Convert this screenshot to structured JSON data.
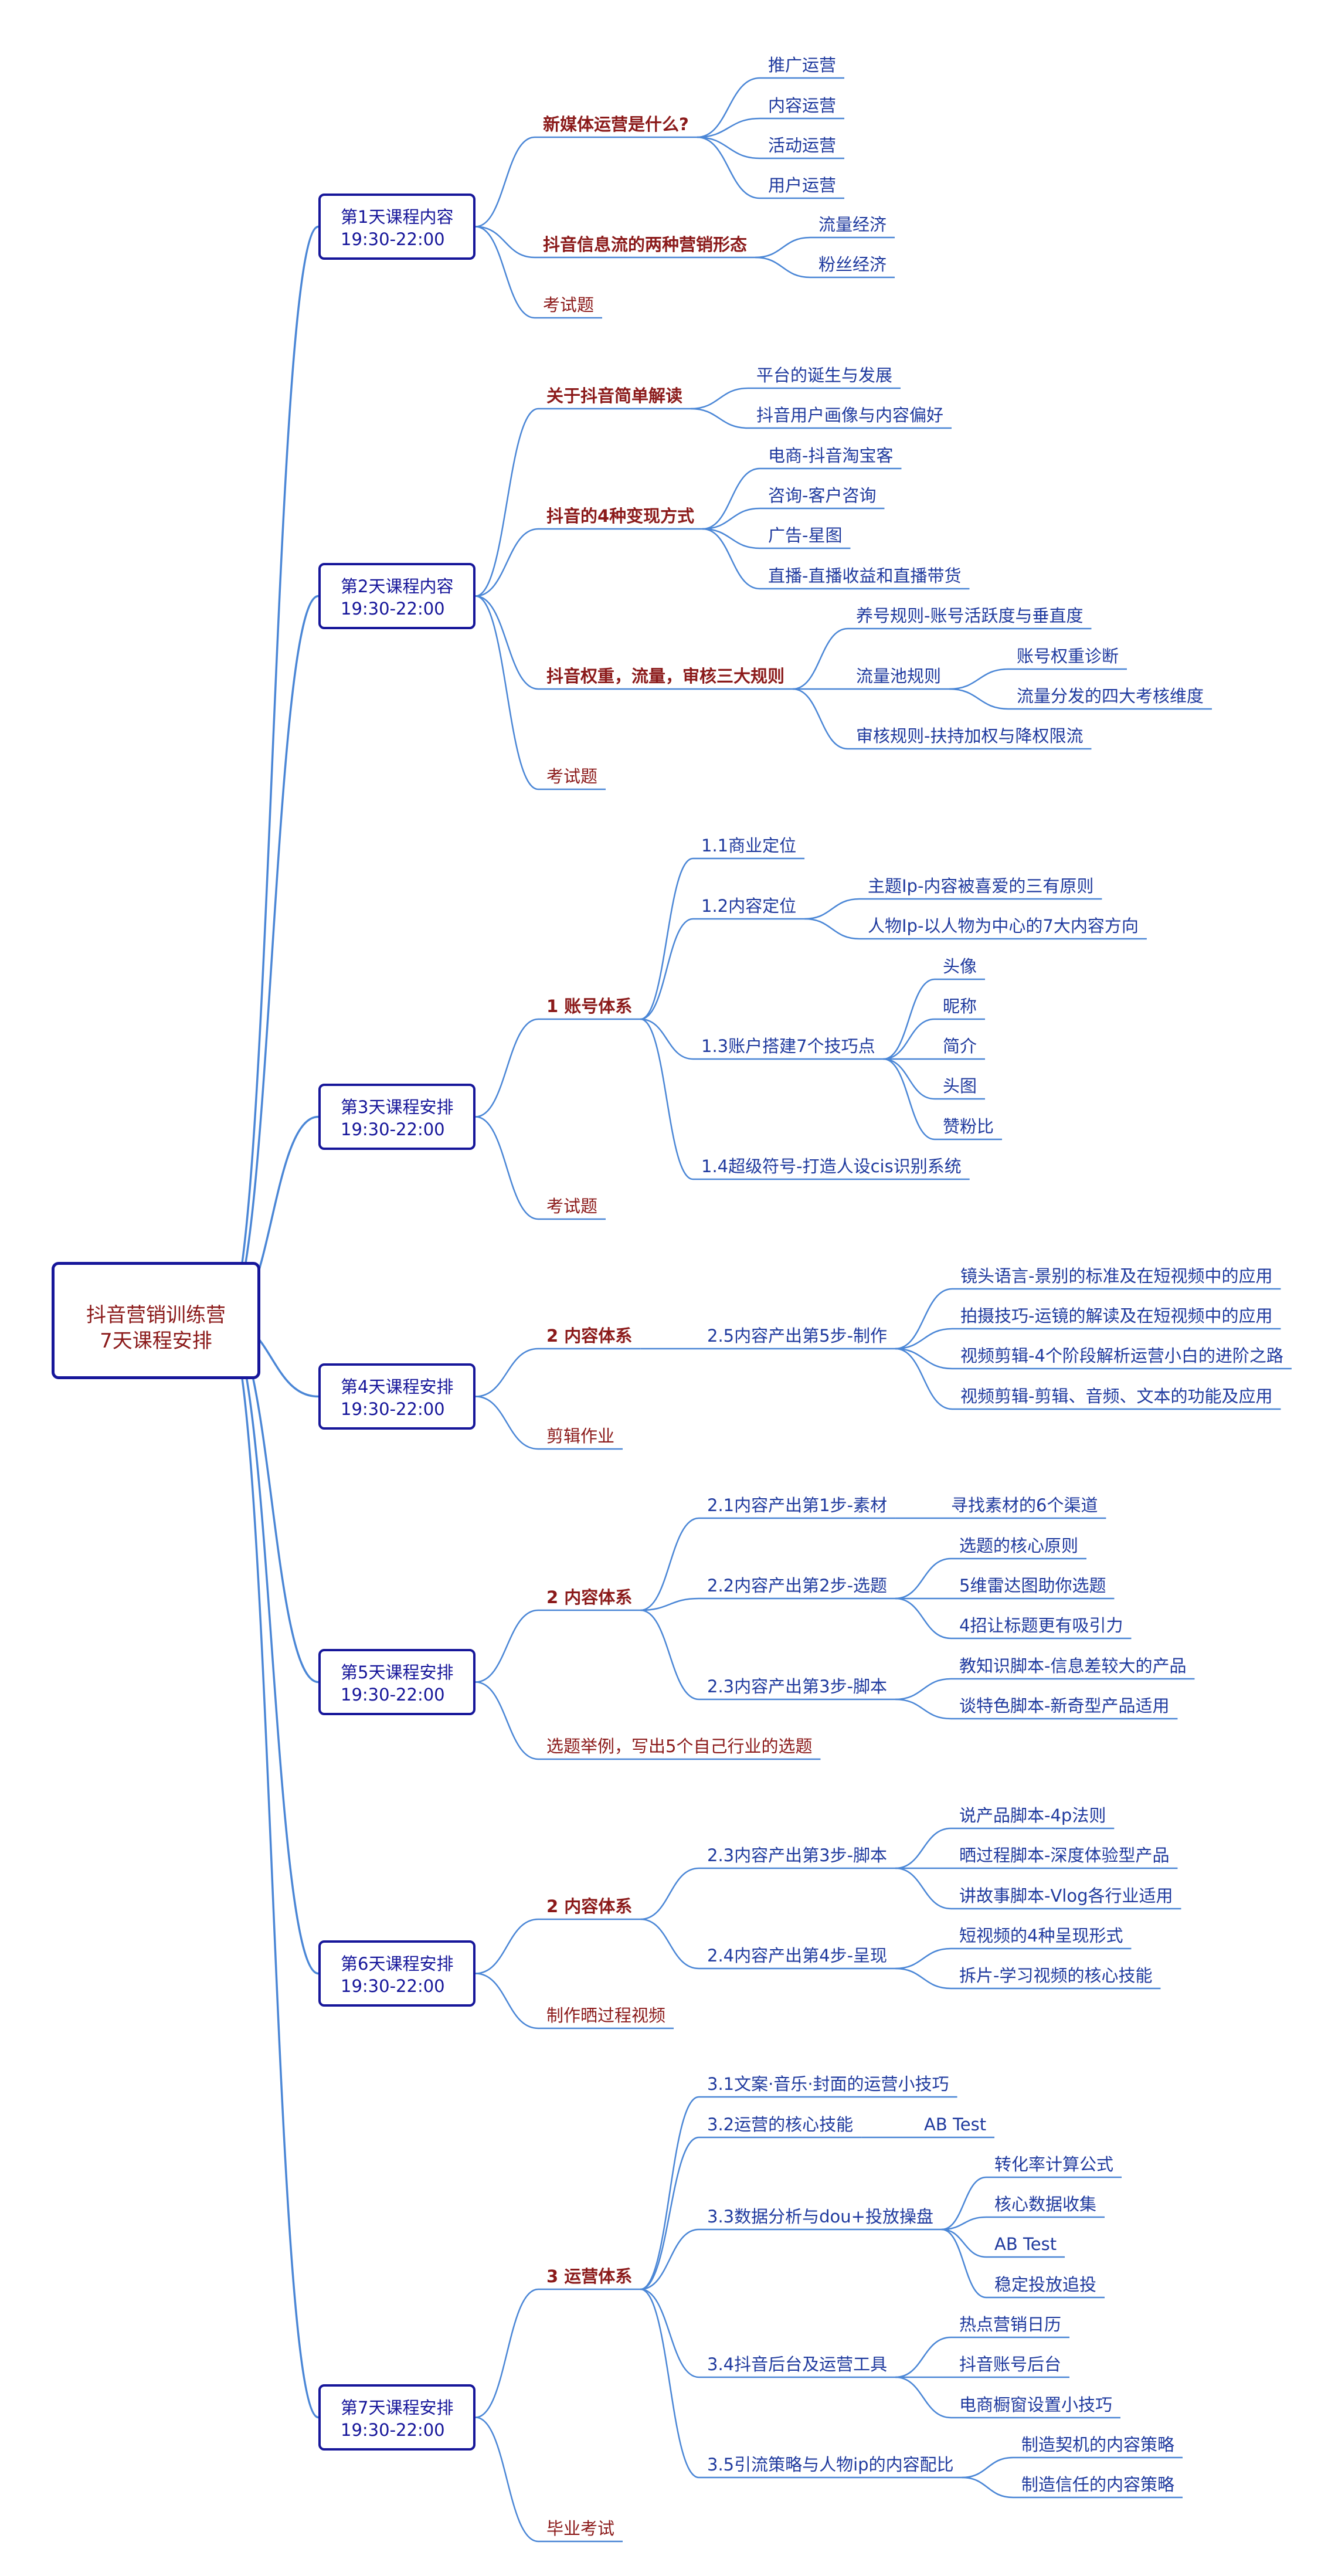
{
  "root": {
    "line1": "抖音营销训练营",
    "line2": "7天课程安排"
  },
  "colors": {
    "branch": "#4a86d6",
    "day_border": "#16169a",
    "section": "#8b1a1a",
    "topic": "#1f3a9e"
  },
  "days": [
    {
      "title": "第1天课程内容",
      "time": "19:30-22:00",
      "sections": [
        {
          "label": "新媒体运营是什么?",
          "items": [
            "推广运营",
            "内容运营",
            "活动运营",
            "用户运营"
          ]
        },
        {
          "label": "抖音信息流的两种营销形态",
          "items": [
            "流量经济",
            "粉丝经济"
          ]
        }
      ],
      "extra": "考试题"
    },
    {
      "title": "第2天课程内容",
      "time": "19:30-22:00",
      "sections": [
        {
          "label": "关于抖音简单解读",
          "items": [
            "平台的诞生与发展",
            "抖音用户画像与内容偏好"
          ]
        },
        {
          "label": "抖音的4种变现方式",
          "items": [
            "电商-抖音淘宝客",
            "咨询-客户咨询",
            "广告-星图",
            "直播-直播收益和直播带货"
          ]
        },
        {
          "label": "抖音权重，流量，审核三大规则",
          "items": [
            "养号规则-账号活跃度与垂直度",
            "流量池规则",
            "审核规则-扶持加权与降权限流"
          ],
          "sub": [
            "账号权重诊断",
            "流量分发的四大考核维度"
          ]
        }
      ],
      "extra": "考试题"
    },
    {
      "title": "第3天课程安排",
      "time": "19:30-22:00",
      "sections": [
        {
          "label": "1 账号体系",
          "items": [
            "1.1商业定位",
            "1.2内容定位",
            "1.3账户搭建7个技巧点",
            "1.4超级符号-打造人设cis识别系统"
          ],
          "sub_12": [
            "主题Ip-内容被喜爱的三有原则",
            "人物Ip-以人物为中心的7大内容方向"
          ],
          "sub_13": [
            "头像",
            "昵称",
            "简介",
            "头图",
            "赞粉比"
          ]
        }
      ],
      "extra": "考试题"
    },
    {
      "title": "第4天课程安排",
      "time": "19:30-22:00",
      "sections": [
        {
          "label": "2 内容体系",
          "items": [
            "2.5内容产出第5步-制作"
          ],
          "sub": [
            "镜头语言-景别的标准及在短视频中的应用",
            "拍摄技巧-运镜的解读及在短视频中的应用",
            "视频剪辑-4个阶段解析运营小白的进阶之路",
            "视频剪辑-剪辑、音频、文本的功能及应用"
          ]
        }
      ],
      "extra": "剪辑作业"
    },
    {
      "title": "第5天课程安排",
      "time": "19:30-22:00",
      "sections": [
        {
          "label": "2 内容体系",
          "items": [
            "2.1内容产出第1步-素材",
            "2.2内容产出第2步-选题",
            "2.3内容产出第3步-脚本"
          ],
          "sub_1": [
            "寻找素材的6个渠道"
          ],
          "sub_2": [
            "选题的核心原则",
            "5维雷达图助你选题",
            "4招让标题更有吸引力"
          ],
          "sub_3": [
            "教知识脚本-信息差较大的产品",
            "谈特色脚本-新奇型产品适用"
          ]
        }
      ],
      "extra": "选题举例，写出5个自己行业的选题"
    },
    {
      "title": "第6天课程安排",
      "time": "19:30-22:00",
      "sections": [
        {
          "label": "2 内容体系",
          "items": [
            "2.3内容产出第3步-脚本",
            "2.4内容产出第4步-呈现"
          ],
          "sub_1": [
            "说产品脚本-4p法则",
            "晒过程脚本-深度体验型产品",
            "讲故事脚本-Vlog各行业适用"
          ],
          "sub_2": [
            "短视频的4种呈现形式",
            "拆片-学习视频的核心技能"
          ]
        }
      ],
      "extra": "制作晒过程视频"
    },
    {
      "title": "第7天课程安排",
      "time": "19:30-22:00",
      "sections": [
        {
          "label": "3 运营体系",
          "items": [
            "3.1文案·音乐·封面的运营小技巧",
            "3.2运营的核心技能",
            "3.3数据分析与dou+投放操盘",
            "3.4抖音后台及运营工具",
            "3.5引流策略与人物ip的内容配比"
          ],
          "sub_2": [
            "AB Test"
          ],
          "sub_3": [
            "转化率计算公式",
            "核心数据收集",
            "AB Test",
            "稳定投放追投"
          ],
          "sub_4": [
            "热点营销日历",
            "抖音账号后台",
            "电商橱窗设置小技巧"
          ],
          "sub_5": [
            "制造契机的内容策略",
            "制造信任的内容策略"
          ]
        }
      ],
      "extra": "毕业考试"
    }
  ]
}
